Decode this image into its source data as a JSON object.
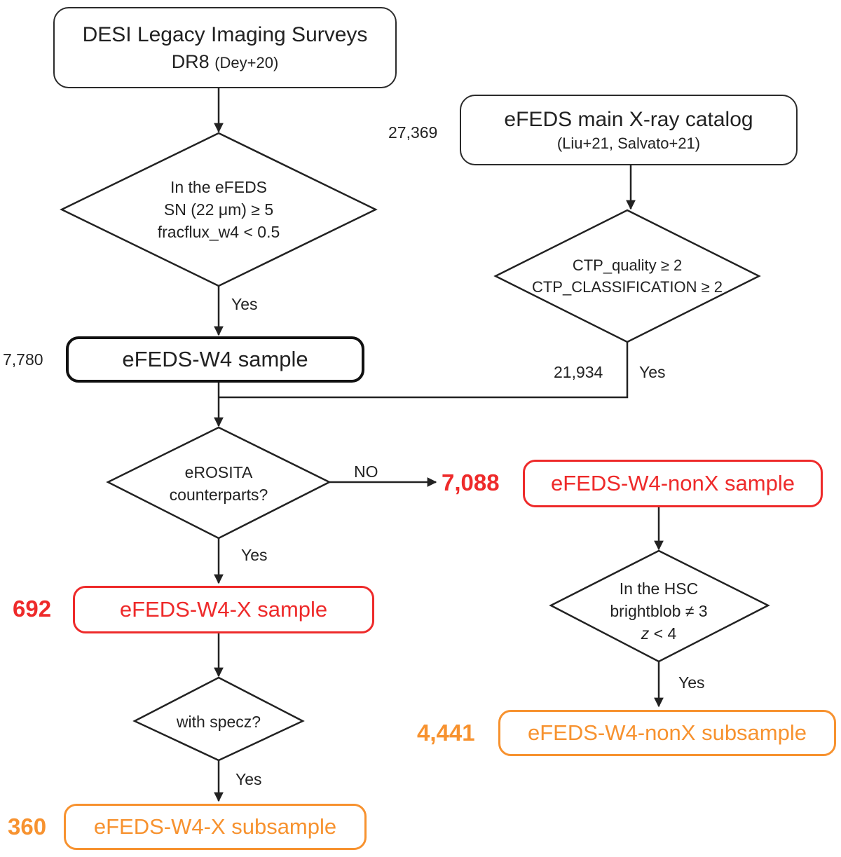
{
  "boxes": {
    "desi": {
      "line1": "DESI Legacy Imaging Surveys",
      "line2_main": "DR8",
      "line2_ref": "(Dey+20)"
    },
    "efeds_main": {
      "line1": "eFEDS main X-ray catalog",
      "line2": "(Liu+21, Salvato+21)"
    },
    "w4": {
      "label": "eFEDS-W4 sample"
    },
    "w4_nonx": {
      "label": "eFEDS-W4-nonX sample"
    },
    "w4_x": {
      "label": "eFEDS-W4-X sample"
    },
    "w4_nonx_sub": {
      "label": "eFEDS-W4-nonX subsample"
    },
    "w4_x_sub": {
      "label": "eFEDS-W4-X subsample"
    }
  },
  "decisions": {
    "efeds_cut": {
      "l1": "In the eFEDS",
      "l2": "SN (22 μm) ≥ 5",
      "l3": "fracflux_w4 < 0.5"
    },
    "ctp": {
      "l1": "CTP_quality ≥ 2",
      "l2": "CTP_CLASSIFICATION ≥ 2"
    },
    "erosita": {
      "l1": "eROSITA",
      "l2": "counterparts?"
    },
    "hsc": {
      "l1": "In the HSC",
      "l2": "brightblob ≠ 3",
      "l3": "z < 4"
    },
    "specz": {
      "l1": "with specz?"
    }
  },
  "counts": {
    "efeds_main": "27,369",
    "w4": "7,780",
    "ctp_pass": "21,934",
    "w4_nonx": "7,088",
    "w4_x": "692",
    "w4_nonx_sub": "4,441",
    "w4_x_sub": "360"
  },
  "edges": {
    "yes": "Yes",
    "no": "NO"
  },
  "colors": {
    "red": "#ee2a2a",
    "orange": "#f7922f",
    "line": "#222222"
  }
}
